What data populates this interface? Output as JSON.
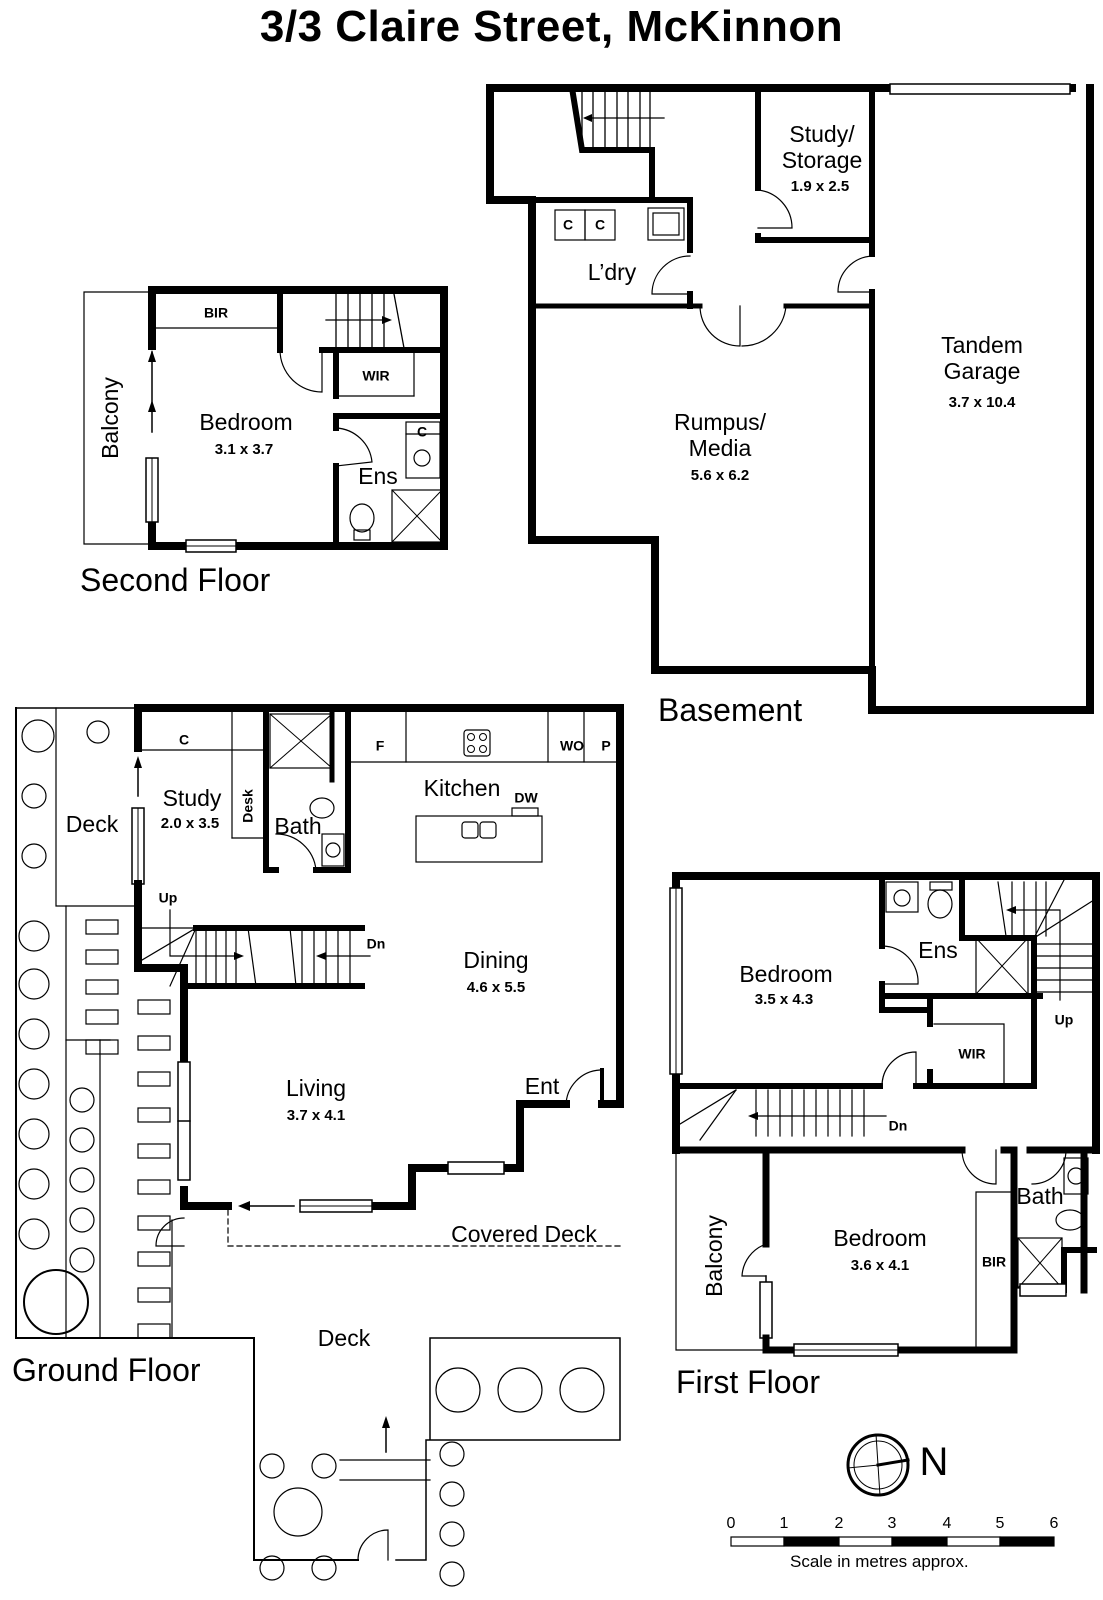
{
  "title": "3/3 Claire Street, McKinnon",
  "floors": {
    "basement": {
      "label": "Basement",
      "rooms": [
        {
          "name": "Study/",
          "name2": "Storage",
          "dim": "1.9 x 2.5"
        },
        {
          "name": "L’dry",
          "fixtures": [
            "C",
            "C"
          ]
        },
        {
          "name": "Rumpus/",
          "name2": "Media",
          "dim": "5.6 x 6.2"
        },
        {
          "name": "Tandem",
          "name2": "Garage",
          "dim": "3.7 x 10.4"
        }
      ]
    },
    "second_floor": {
      "label": "Second Floor",
      "rooms": [
        {
          "name": "Bedroom",
          "dim": "3.1 x 3.7"
        },
        {
          "name": "BIR"
        },
        {
          "name": "WIR"
        },
        {
          "name": "Ens"
        },
        {
          "name": "Balcony"
        }
      ],
      "fixtures": [
        "C"
      ]
    },
    "ground_floor": {
      "label": "Ground Floor",
      "rooms": [
        {
          "name": "Study",
          "dim": "2.0 x 3.5"
        },
        {
          "name": "Desk"
        },
        {
          "name": "Bath"
        },
        {
          "name": "Kitchen"
        },
        {
          "name": "Dining",
          "dim": "4.6 x 5.5"
        },
        {
          "name": "Living",
          "dim": "3.7 x 4.1"
        },
        {
          "name": "Ent"
        },
        {
          "name": "Covered Deck"
        },
        {
          "name": "Deck"
        },
        {
          "name": "Deck"
        }
      ],
      "fixtures": [
        "C",
        "F",
        "WO",
        "P",
        "DW"
      ],
      "stairs": [
        "Up",
        "Dn"
      ]
    },
    "first_floor": {
      "label": "First Floor",
      "rooms": [
        {
          "name": "Bedroom",
          "dim": "3.5 x 4.3"
        },
        {
          "name": "Ens"
        },
        {
          "name": "WIR"
        },
        {
          "name": "Bedroom",
          "dim": "3.6 x 4.1"
        },
        {
          "name": "Bath"
        },
        {
          "name": "BIR"
        },
        {
          "name": "Balcony"
        }
      ],
      "stairs": [
        "Up",
        "Dn"
      ]
    }
  },
  "compass": {
    "label": "N",
    "icon": "north-compass-icon"
  },
  "scale": {
    "ticks": [
      "0",
      "1",
      "2",
      "3",
      "4",
      "5",
      "6"
    ],
    "caption": "Scale in metres approx."
  }
}
